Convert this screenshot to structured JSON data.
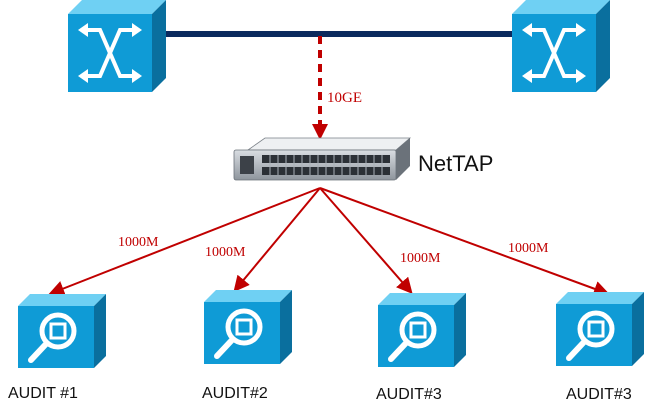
{
  "colors": {
    "trunk": "#0b2a5e",
    "arrow": "#c00000",
    "device_front": "#0f9bd6",
    "device_side": "#0a6f9e",
    "device_top": "#6fd0f3"
  },
  "nodes": {
    "switch_left": {
      "icon": "switch-arrows-icon"
    },
    "switch_right": {
      "icon": "switch-arrows-icon"
    },
    "nettap": {
      "label": "NetTAP",
      "icon": "network-tap-icon"
    },
    "audits": [
      {
        "label": "AUDIT #1",
        "icon": "magnifier-icon"
      },
      {
        "label": "AUDIT#2",
        "icon": "magnifier-icon"
      },
      {
        "label": "AUDIT#3",
        "icon": "magnifier-icon"
      },
      {
        "label": "AUDIT#3",
        "icon": "magnifier-icon"
      }
    ]
  },
  "links": {
    "tap_link": {
      "label": "10GE"
    },
    "audit_links": [
      {
        "label": "1000M"
      },
      {
        "label": "1000M"
      },
      {
        "label": "1000M"
      },
      {
        "label": "1000M"
      }
    ]
  }
}
